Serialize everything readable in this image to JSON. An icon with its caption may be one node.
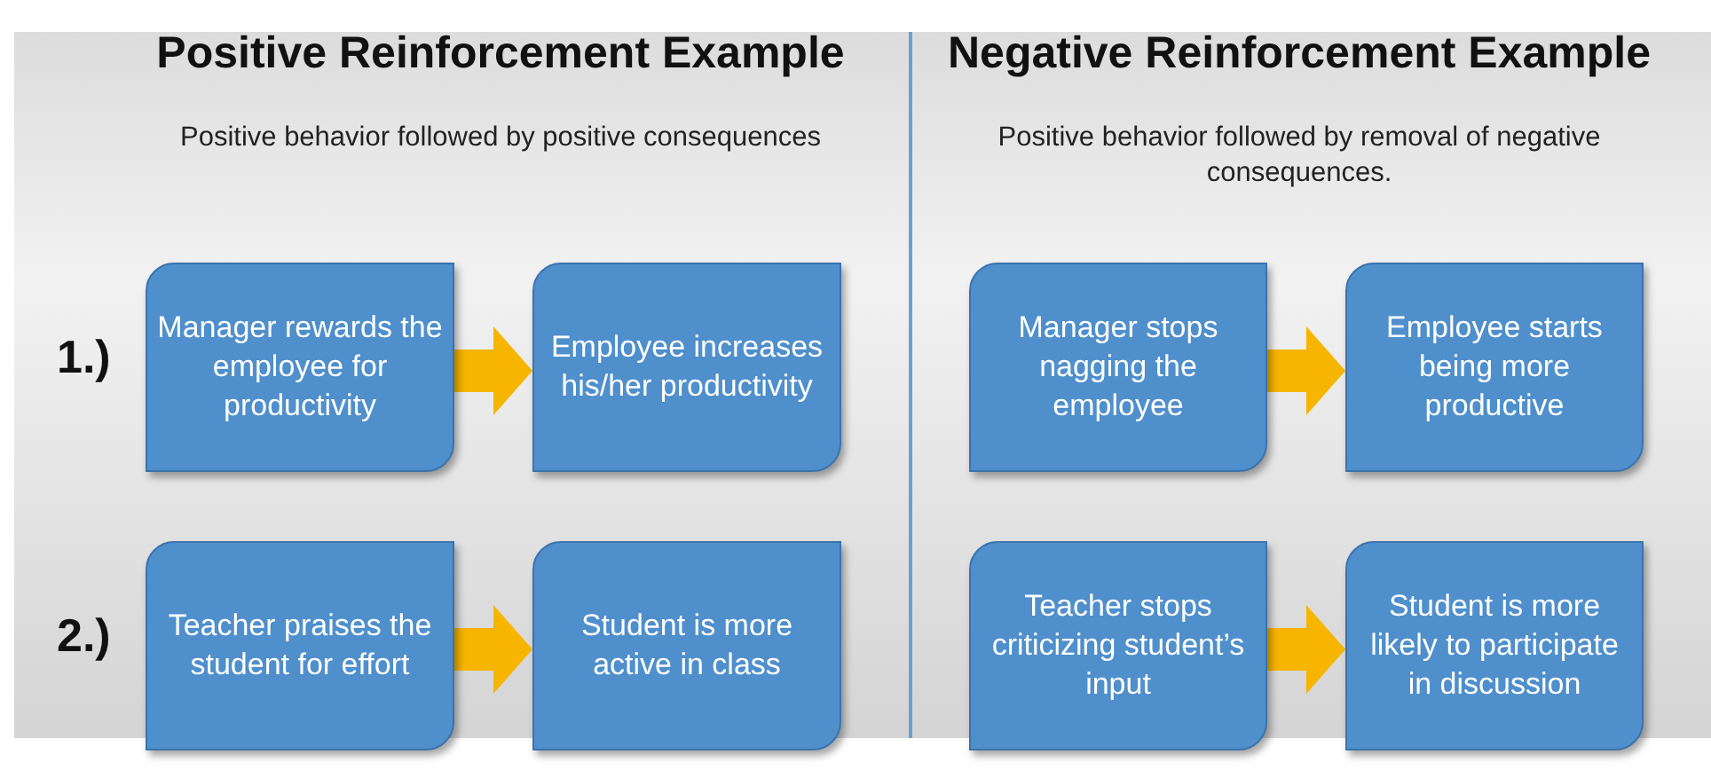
{
  "diagram": {
    "nodes": [
      {
        "text": [
          "Manager rewards the employee for productivity"
        ]
      },
      {
        "text": [
          "Employee increases his/her productivity"
        ]
      },
      {
        "text": [
          "Manager stops nagging the employee"
        ]
      },
      {
        "text": [
          "Employee starts being more productive"
        ]
      },
      {
        "text": [
          "Teacher praises the student for effort"
        ]
      },
      {
        "text": [
          "Student is more active in class"
        ]
      },
      {
        "text": [
          "Teacher stops criticizing student’s input"
        ]
      },
      {
        "text": [
          "Student is more likely to participate in discussion"
        ]
      }
    ],
    "edges": [
      {
        "from": 0,
        "to": 1,
        "arrow": "to"
      },
      {
        "from": 2,
        "to": 3,
        "arrow": "to"
      },
      {
        "from": 4,
        "to": 5,
        "arrow": "to"
      },
      {
        "from": 6,
        "to": 7,
        "arrow": "to"
      }
    ],
    "labels": [
      "Positive Reinforcement Example",
      "Negative Reinforcement Example",
      "Positive behavior followed by positive consequences",
      "Positive behavior followed by removal of negative consequences.",
      "1.)",
      "2.)"
    ]
  }
}
